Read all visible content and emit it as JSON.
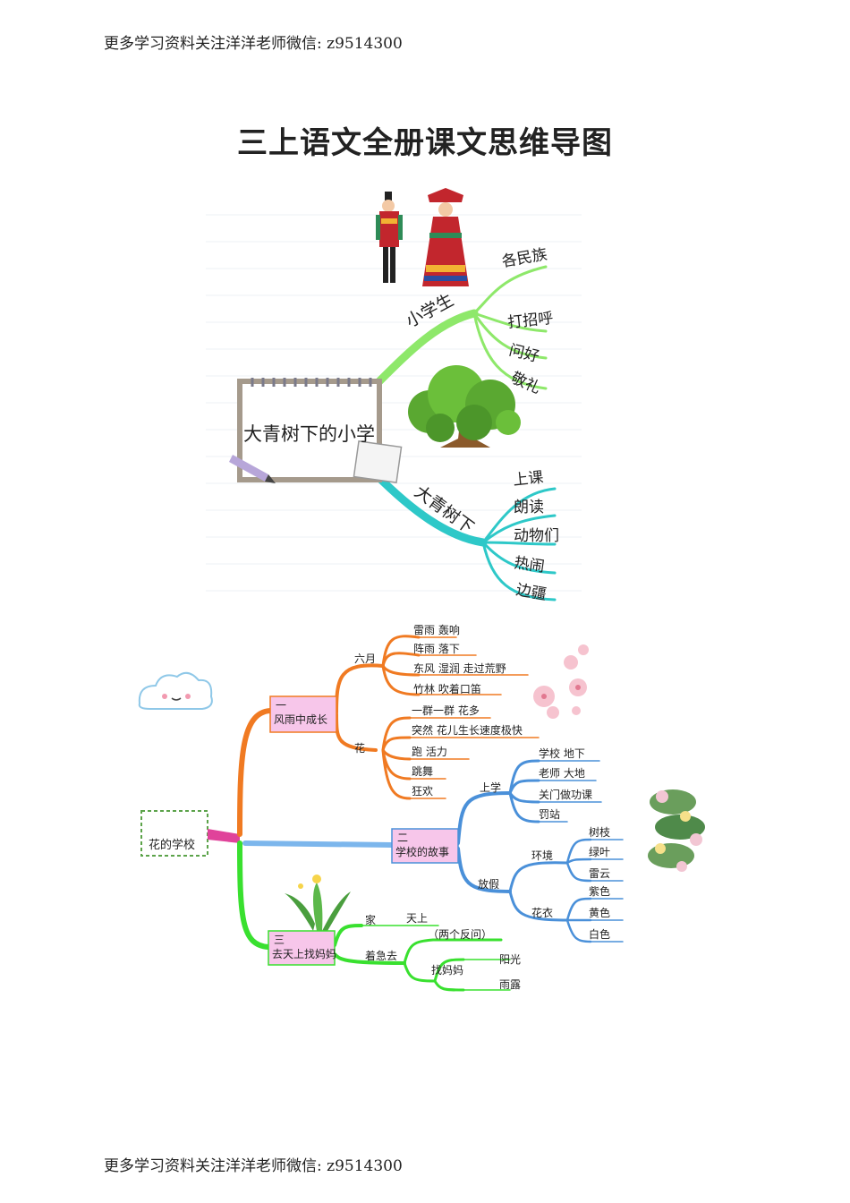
{
  "header_note": "更多学习资料关注洋洋老师微信: z9514300",
  "footer_note": "更多学习资料关注洋洋老师微信: z9514300",
  "page_title": "三上语文全册课文思维导图",
  "map1": {
    "center": "大青树下的小学",
    "branch_a": {
      "label": "小学生",
      "leaves": [
        "各民族",
        "打招呼",
        "问好",
        "敬礼"
      ]
    },
    "branch_b": {
      "label": "大青树下",
      "leaves": [
        "上课",
        "朗读",
        "动物们",
        "热闹",
        "边疆"
      ]
    },
    "colors": {
      "branch_a": "#8ee86a",
      "branch_b": "#2ec8c8"
    }
  },
  "map2": {
    "center": "花的学校",
    "section1": {
      "label_num": "一",
      "label": "风雨中成长",
      "sub_a": {
        "label": "六月",
        "leaves": [
          "雷雨  轰响",
          "阵雨  落下",
          "东风  湿润  走过荒野",
          "竹林  吹着口笛"
        ]
      },
      "sub_b": {
        "label": "花",
        "leaves": [
          "一群一群  花多",
          "突然  花儿生长速度极快",
          "跑  活力",
          "跳舞",
          "狂欢"
        ]
      }
    },
    "section2": {
      "label_num": "二",
      "label": "学校的故事",
      "sub_a": {
        "label": "上学",
        "leaves": [
          "学校  地下",
          "老师  大地",
          "关门做功课",
          "罚站"
        ]
      },
      "sub_b": {
        "label": "放假",
        "group_a": {
          "label": "环境",
          "leaves": [
            "树枝",
            "绿叶",
            "雷云"
          ]
        },
        "group_b": {
          "label": "花衣",
          "leaves": [
            "紫色",
            "黄色",
            "白色"
          ]
        }
      }
    },
    "section3": {
      "label_num": "三",
      "label": "去天上找妈妈",
      "sub_a": {
        "label": "家",
        "leaf": "天上"
      },
      "sub_b": {
        "label": "着急去",
        "note": "（两个反问）",
        "sub": {
          "label": "找妈妈",
          "leaves": [
            "阳光",
            "雨露"
          ]
        }
      }
    },
    "colors": {
      "section1": "#f07a22",
      "section2": "#4a90d9",
      "section3": "#39e02f",
      "box_fill": "#f7c6ea"
    }
  }
}
